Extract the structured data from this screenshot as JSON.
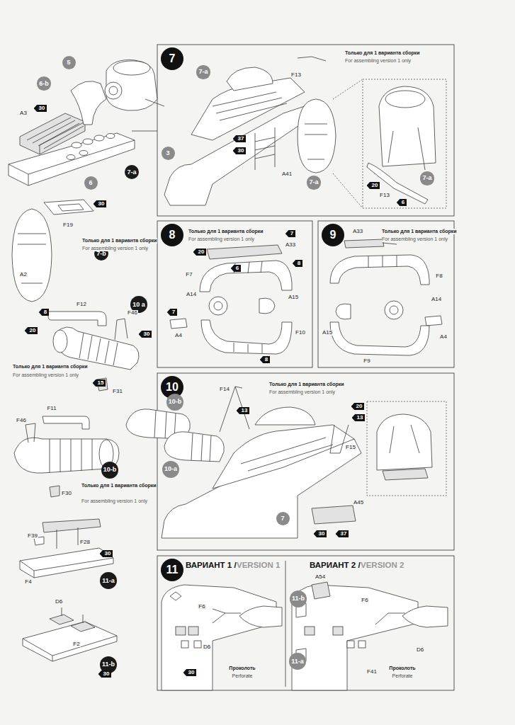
{
  "diagram": {
    "nodes": [
      {
        "text": [
          "5"
        ]
      },
      {
        "text": [
          "7"
        ]
      },
      {
        "text": [
          "7-a"
        ]
      },
      {
        "text": [
          "6-b"
        ]
      },
      {
        "text": [
          "3"
        ]
      },
      {
        "text": [
          "7-a"
        ]
      },
      {
        "text": [
          "7-a"
        ]
      },
      {
        "text": [
          "7-a"
        ]
      },
      {
        "text": [
          "6"
        ]
      },
      {
        "text": [
          "8"
        ]
      },
      {
        "text": [
          "9"
        ]
      },
      {
        "text": [
          "7-b"
        ]
      },
      {
        "text": [
          "10 a"
        ]
      },
      {
        "text": [
          "10"
        ]
      },
      {
        "text": [
          "10-b"
        ]
      },
      {
        "text": [
          "10-a"
        ]
      },
      {
        "text": [
          "10-b"
        ]
      },
      {
        "text": [
          "7"
        ]
      },
      {
        "text": [
          "11"
        ]
      },
      {
        "text": [
          "11-a"
        ]
      },
      {
        "text": [
          "11-b"
        ]
      },
      {
        "text": [
          "11-a"
        ]
      },
      {
        "text": [
          "11-b"
        ]
      }
    ],
    "labels": [
      "A3",
      "30",
      "30",
      "F19",
      "Только для 1 варианта сборки",
      "For assembling version 1 only",
      "A2",
      "F12",
      "F46",
      "8",
      "20",
      "30",
      "Только для 1 варианта сборки",
      "For assembling version 1 only",
      "15",
      "F31",
      "F11",
      "F46",
      "F30",
      "Только для 1 варианта сборки",
      "For assembling version 1 only",
      "F39",
      "F28",
      "30",
      "F4",
      "D6",
      "F2",
      "30",
      "Только для 1 варианта сборки",
      "For assembling version 1 only",
      "F13",
      "37",
      "30",
      "A41",
      "20",
      "F13",
      "6",
      "Только для 1 варианта сборки",
      "For assembling version 1 only",
      "7",
      "A33",
      "20",
      "6",
      "8",
      "F7",
      "A15",
      "A14",
      "7",
      "A4",
      "F10",
      "8",
      "A33",
      "Только для 1 варианта сборки",
      "For assembling version 1 only",
      "F8",
      "A14",
      "A15",
      "A4",
      "F9",
      "Только для 1 варианта сборки",
      "F14",
      "For assembling version 1 only",
      "20",
      "13",
      "13",
      "F15",
      "A45",
      "30",
      "37",
      "ВАРИАНТ 1 /",
      "VERSION 1",
      "ВАРИАНТ 2 /",
      "VERSION 2",
      "A54",
      "F6",
      "F6",
      "D6",
      "D6",
      "30",
      "Проколоть",
      "Perforate",
      "F41",
      "Проколоть",
      "Perforate"
    ]
  }
}
